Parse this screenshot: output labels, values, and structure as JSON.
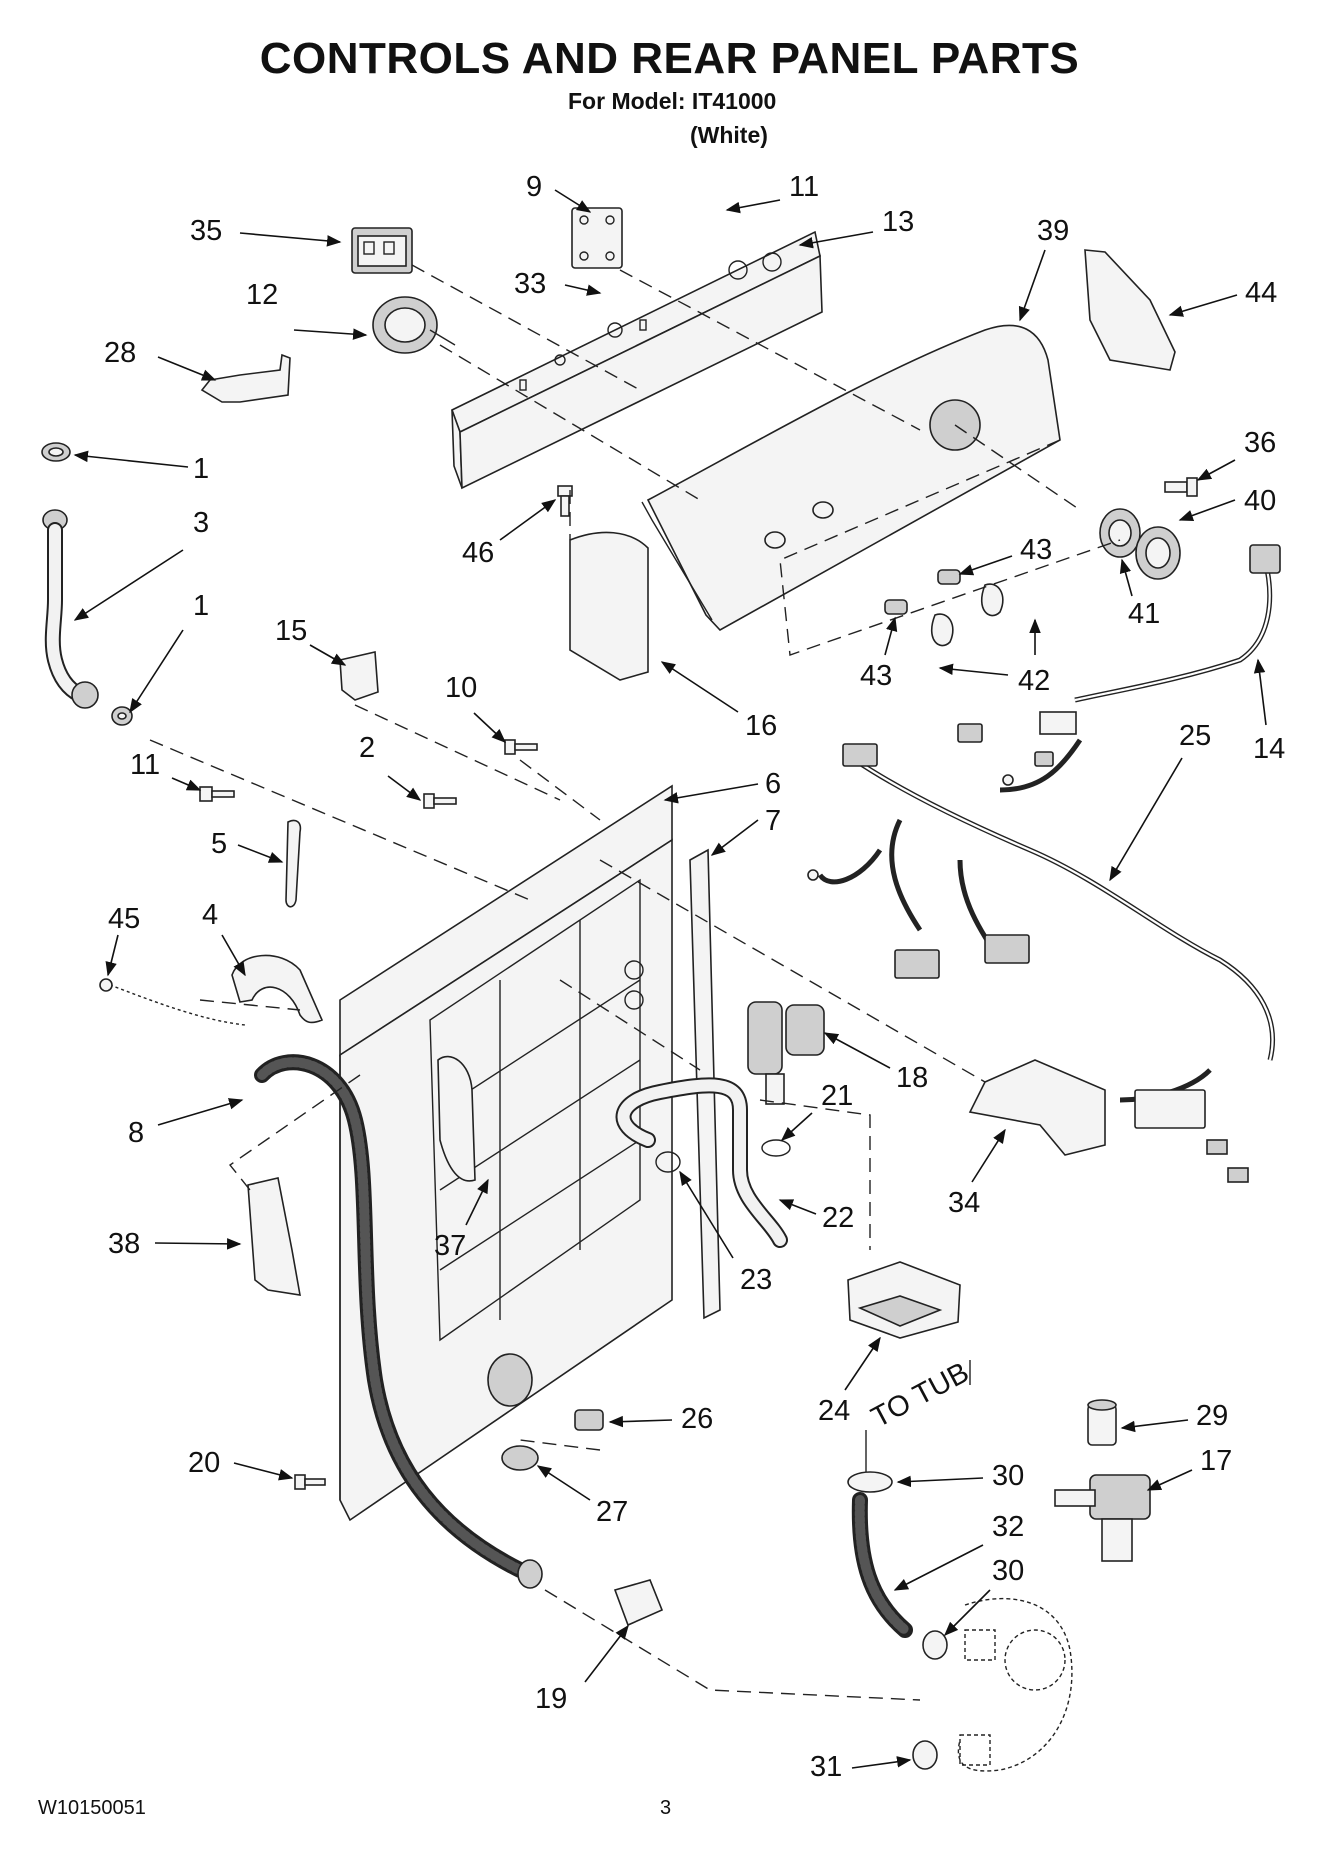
{
  "header": {
    "title": "CONTROLS AND REAR PANEL PARTS",
    "model_line": "For Model: IT41000",
    "color_line": "(White)"
  },
  "footer": {
    "doc_number": "W10150051",
    "page_number": "3"
  },
  "diagram": {
    "note_to_tub": "TO TUB",
    "callouts": [
      "1",
      "1",
      "2",
      "3",
      "4",
      "5",
      "6",
      "7",
      "8",
      "9",
      "10",
      "11",
      "11",
      "12",
      "13",
      "14",
      "15",
      "16",
      "17",
      "18",
      "19",
      "20",
      "21",
      "22",
      "23",
      "24",
      "25",
      "26",
      "27",
      "28",
      "29",
      "30",
      "30",
      "31",
      "32",
      "33",
      "34",
      "35",
      "36",
      "37",
      "38",
      "39",
      "40",
      "41",
      "42",
      "43",
      "43",
      "44",
      "45",
      "46"
    ]
  }
}
